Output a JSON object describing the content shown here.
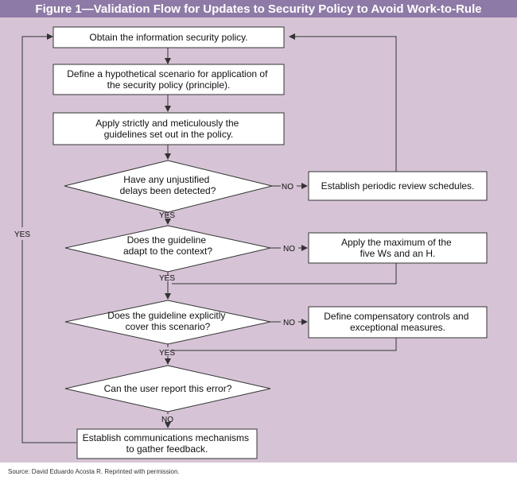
{
  "title": "Figure 1—Validation Flow for Updates to Security Policy to Avoid Work-to-Rule",
  "source": "Source:   David Eduardo Acosta R. Reprinted with permission.",
  "colors": {
    "title_bar": "#8e7aa6",
    "panel": "#d6c4d6"
  },
  "nodes": {
    "obtain": {
      "lines": [
        "Obtain the information security policy."
      ]
    },
    "define_scenario": {
      "lines": [
        "Define a hypothetical scenario for application of",
        "the security policy (principle)."
      ]
    },
    "apply_strictly": {
      "lines": [
        "Apply strictly and meticulously the",
        "guidelines set out in the policy."
      ]
    },
    "q_delays": {
      "lines": [
        "Have any unjustified",
        "delays been detected?"
      ]
    },
    "establish_review": {
      "lines": [
        "Establish periodic review schedules."
      ]
    },
    "q_adapt": {
      "lines": [
        "Does the guideline",
        "adapt to the context?"
      ]
    },
    "apply_max": {
      "lines": [
        "Apply the maximum of the",
        "five Ws and an H."
      ]
    },
    "q_cover": {
      "lines": [
        "Does the guideline explicitly",
        "cover this scenario?"
      ]
    },
    "define_controls": {
      "lines": [
        "Define compensatory controls and",
        "exceptional measures."
      ]
    },
    "q_report": {
      "lines": [
        "Can the user report this error?"
      ]
    },
    "establish_comm": {
      "lines": [
        "Establish communications mechanisms",
        "to gather feedback."
      ]
    }
  },
  "edge_labels": {
    "no1": "NO",
    "yes1": "YES",
    "no2": "NO",
    "yes2": "YES",
    "no3": "NO",
    "yes3": "YES",
    "no4": "NO",
    "yes_loop": "YES"
  }
}
